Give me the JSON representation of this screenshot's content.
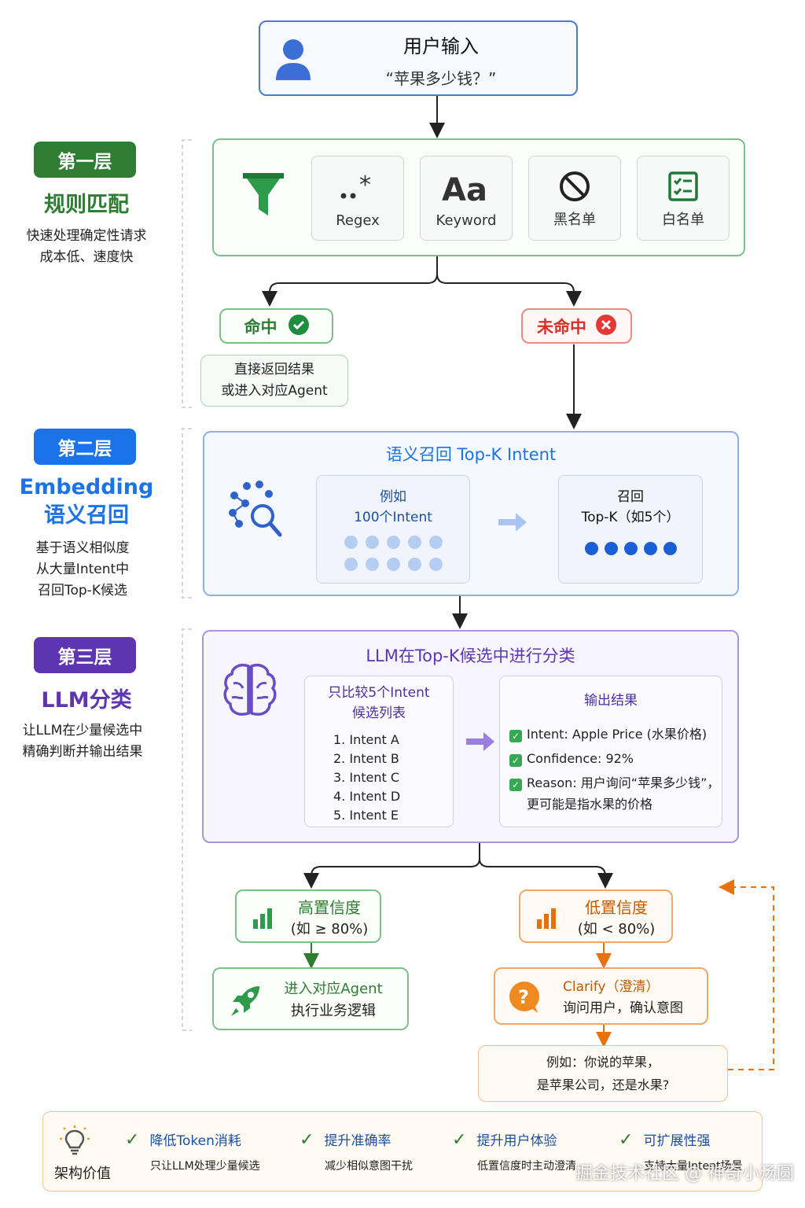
{
  "input": {
    "title": "用户输入",
    "query": "“苹果多少钱？”"
  },
  "layer1": {
    "badge": "第一层",
    "title": "规则匹配",
    "desc": [
      "快速处理确定性请求",
      "成本低、速度快"
    ],
    "tiles": [
      {
        "label": "Regex",
        "icon": "regex-icon"
      },
      {
        "label": "Keyword",
        "icon": "keyword-icon"
      },
      {
        "label": "黑名单",
        "icon": "blocked-icon"
      },
      {
        "label": "白名单",
        "icon": "checklist-icon"
      }
    ],
    "hit": "命中",
    "miss": "未命中",
    "hit_result": [
      "直接返回结果",
      "或进入对应Agent"
    ]
  },
  "layer2": {
    "badge": "第二层",
    "title": [
      "Embedding",
      "语义召回"
    ],
    "desc": [
      "基于语义相似度",
      "从大量Intent中",
      "召回Top-K候选"
    ],
    "header": "语义召回 Top-K Intent",
    "left_box": [
      "例如",
      "100个Intent"
    ],
    "right_box": [
      "召回",
      "Top-K（如5个）"
    ]
  },
  "layer3": {
    "badge": "第三层",
    "title": "LLM分类",
    "desc": [
      "让LLM在少量候选中",
      "精确判断并输出结果"
    ],
    "header": "LLM在Top-K候选中进行分类",
    "compare_title": [
      "只比较5个Intent",
      "候选列表"
    ],
    "intents": [
      "1. Intent A",
      "2. Intent B",
      "3. Intent C",
      "4. Intent D",
      "5. Intent E"
    ],
    "output_title": "输出结果",
    "outputs": [
      "Intent: Apple Price (水果价格)",
      "Confidence: 92%",
      "Reason: 用户询问“苹果多少钱”，"
    ],
    "output_cont": "更可能是指水果的价格"
  },
  "branches": {
    "high": [
      "高置信度",
      "(如 ≥ 80%)"
    ],
    "low": [
      "低置信度",
      "(如 < 80%)"
    ],
    "agent": [
      "进入对应Agent",
      "执行业务逻辑"
    ],
    "clarify": [
      "Clarify（澄清）",
      "询问用户，确认意图"
    ],
    "example": [
      "例如：你说的苹果，",
      "是苹果公司，还是水果?"
    ]
  },
  "value": {
    "label": "架构价值",
    "items": [
      {
        "title": "降低Token消耗",
        "desc": "只让LLM处理少量候选"
      },
      {
        "title": "提升准确率",
        "desc": "减少相似意图干扰"
      },
      {
        "title": "提升用户体验",
        "desc": "低置信度时主动澄清"
      },
      {
        "title": "可扩展性强",
        "desc": "支持大量Intent场景"
      }
    ]
  },
  "watermark": "掘金技术社区 @ 神奇小汤圆",
  "colors": {
    "green": "#2e7d32",
    "blue": "#1a73e8",
    "purple": "#5e35b1",
    "red": "#d93025",
    "orange": "#e8710a"
  }
}
